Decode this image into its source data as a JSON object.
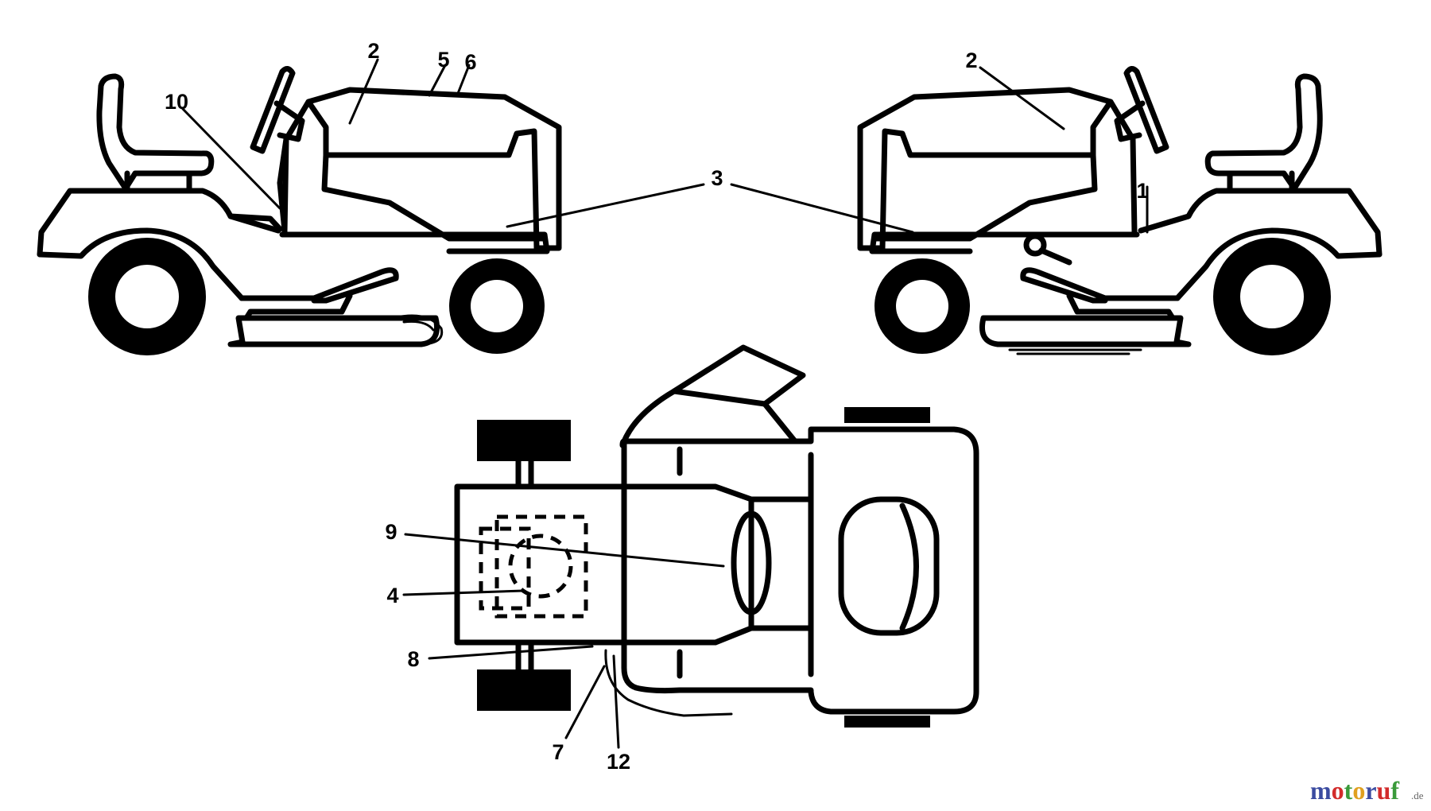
{
  "callouts": {
    "c1": "1",
    "c2a": "2",
    "c2b": "2",
    "c3": "3",
    "c4": "4",
    "c5": "5",
    "c6": "6",
    "c7": "7",
    "c8": "8",
    "c9": "9",
    "c10": "10",
    "c12": "12"
  },
  "watermark": {
    "brand_main": "motoruf",
    "brand_suffix": ".de",
    "colors": {
      "m": "#3b4ba0",
      "o1": "#d22b2b",
      "t": "#3a9a3a",
      "o2": "#e0a020",
      "r": "#3b4ba0",
      "u": "#d22b2b",
      "f": "#3a9a3a",
      "suffix": "#666666"
    }
  }
}
